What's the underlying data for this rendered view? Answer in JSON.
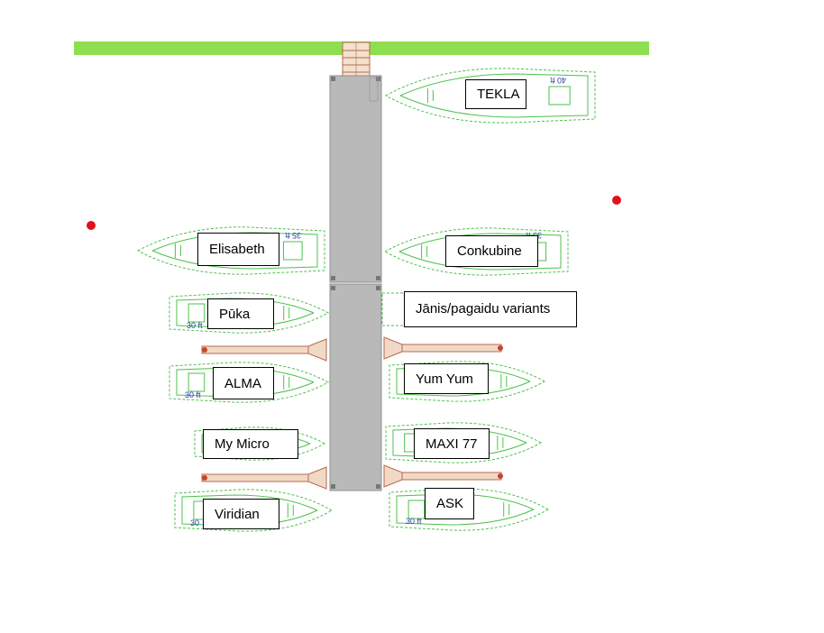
{
  "colors": {
    "shore": "#8ede4f",
    "pier": "#b9b9b9",
    "boat_outline": "#4cc24c",
    "marker": "#e0121b",
    "walkway": "#b76a4c",
    "size_label": "#2a3aa8"
  },
  "boats": [
    {
      "name": "TEKLA",
      "size": "40 ft"
    },
    {
      "name": "Elisabeth",
      "size": "35 ft"
    },
    {
      "name": "Conkubine",
      "size": "35 ft"
    },
    {
      "name": "Pūka",
      "size": "30 ft"
    },
    {
      "name": "Jānis/pagaidu variants",
      "size": ""
    },
    {
      "name": "ALMA",
      "size": "30 ft"
    },
    {
      "name": "Yum Yum",
      "size": ""
    },
    {
      "name": "My Micro",
      "size": ""
    },
    {
      "name": "MAXI 77",
      "size": ""
    },
    {
      "name": "Viridian",
      "size": "30"
    },
    {
      "name": "ASK",
      "size": "30 ft"
    }
  ]
}
